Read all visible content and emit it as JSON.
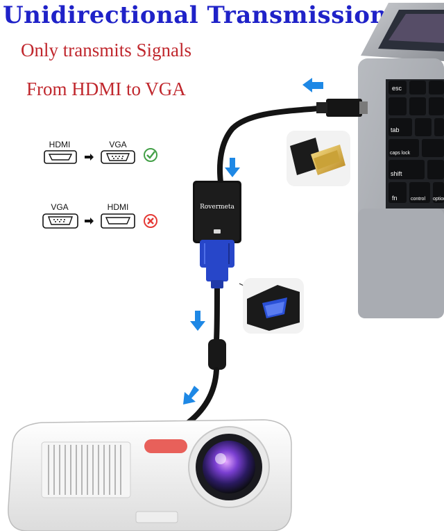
{
  "header": {
    "title": "Unidirectional Transmission",
    "subtitle_line1": "Only transmits Signals",
    "subtitle_line2": "From HDMI to VGA"
  },
  "direction_rows": [
    {
      "from": "HDMI",
      "to": "VGA",
      "supported": true
    },
    {
      "from": "VGA",
      "to": "HDMI",
      "supported": false
    }
  ],
  "adapter": {
    "brand": "Rovermeta"
  },
  "laptop_keys": [
    "esc",
    "tab",
    "caps lock",
    "shift",
    "fn",
    "control",
    "option"
  ],
  "colors": {
    "title": "#1f22c8",
    "subtitle": "#c0272d",
    "arrow": "#1e88e5",
    "check": "#43a047",
    "cross": "#e53935",
    "vga_blue": "#2746c9"
  },
  "icons": [
    "arrow-left-icon",
    "arrow-down-icon",
    "check-icon",
    "cross-icon",
    "hdmi-port-icon",
    "vga-port-icon"
  ]
}
